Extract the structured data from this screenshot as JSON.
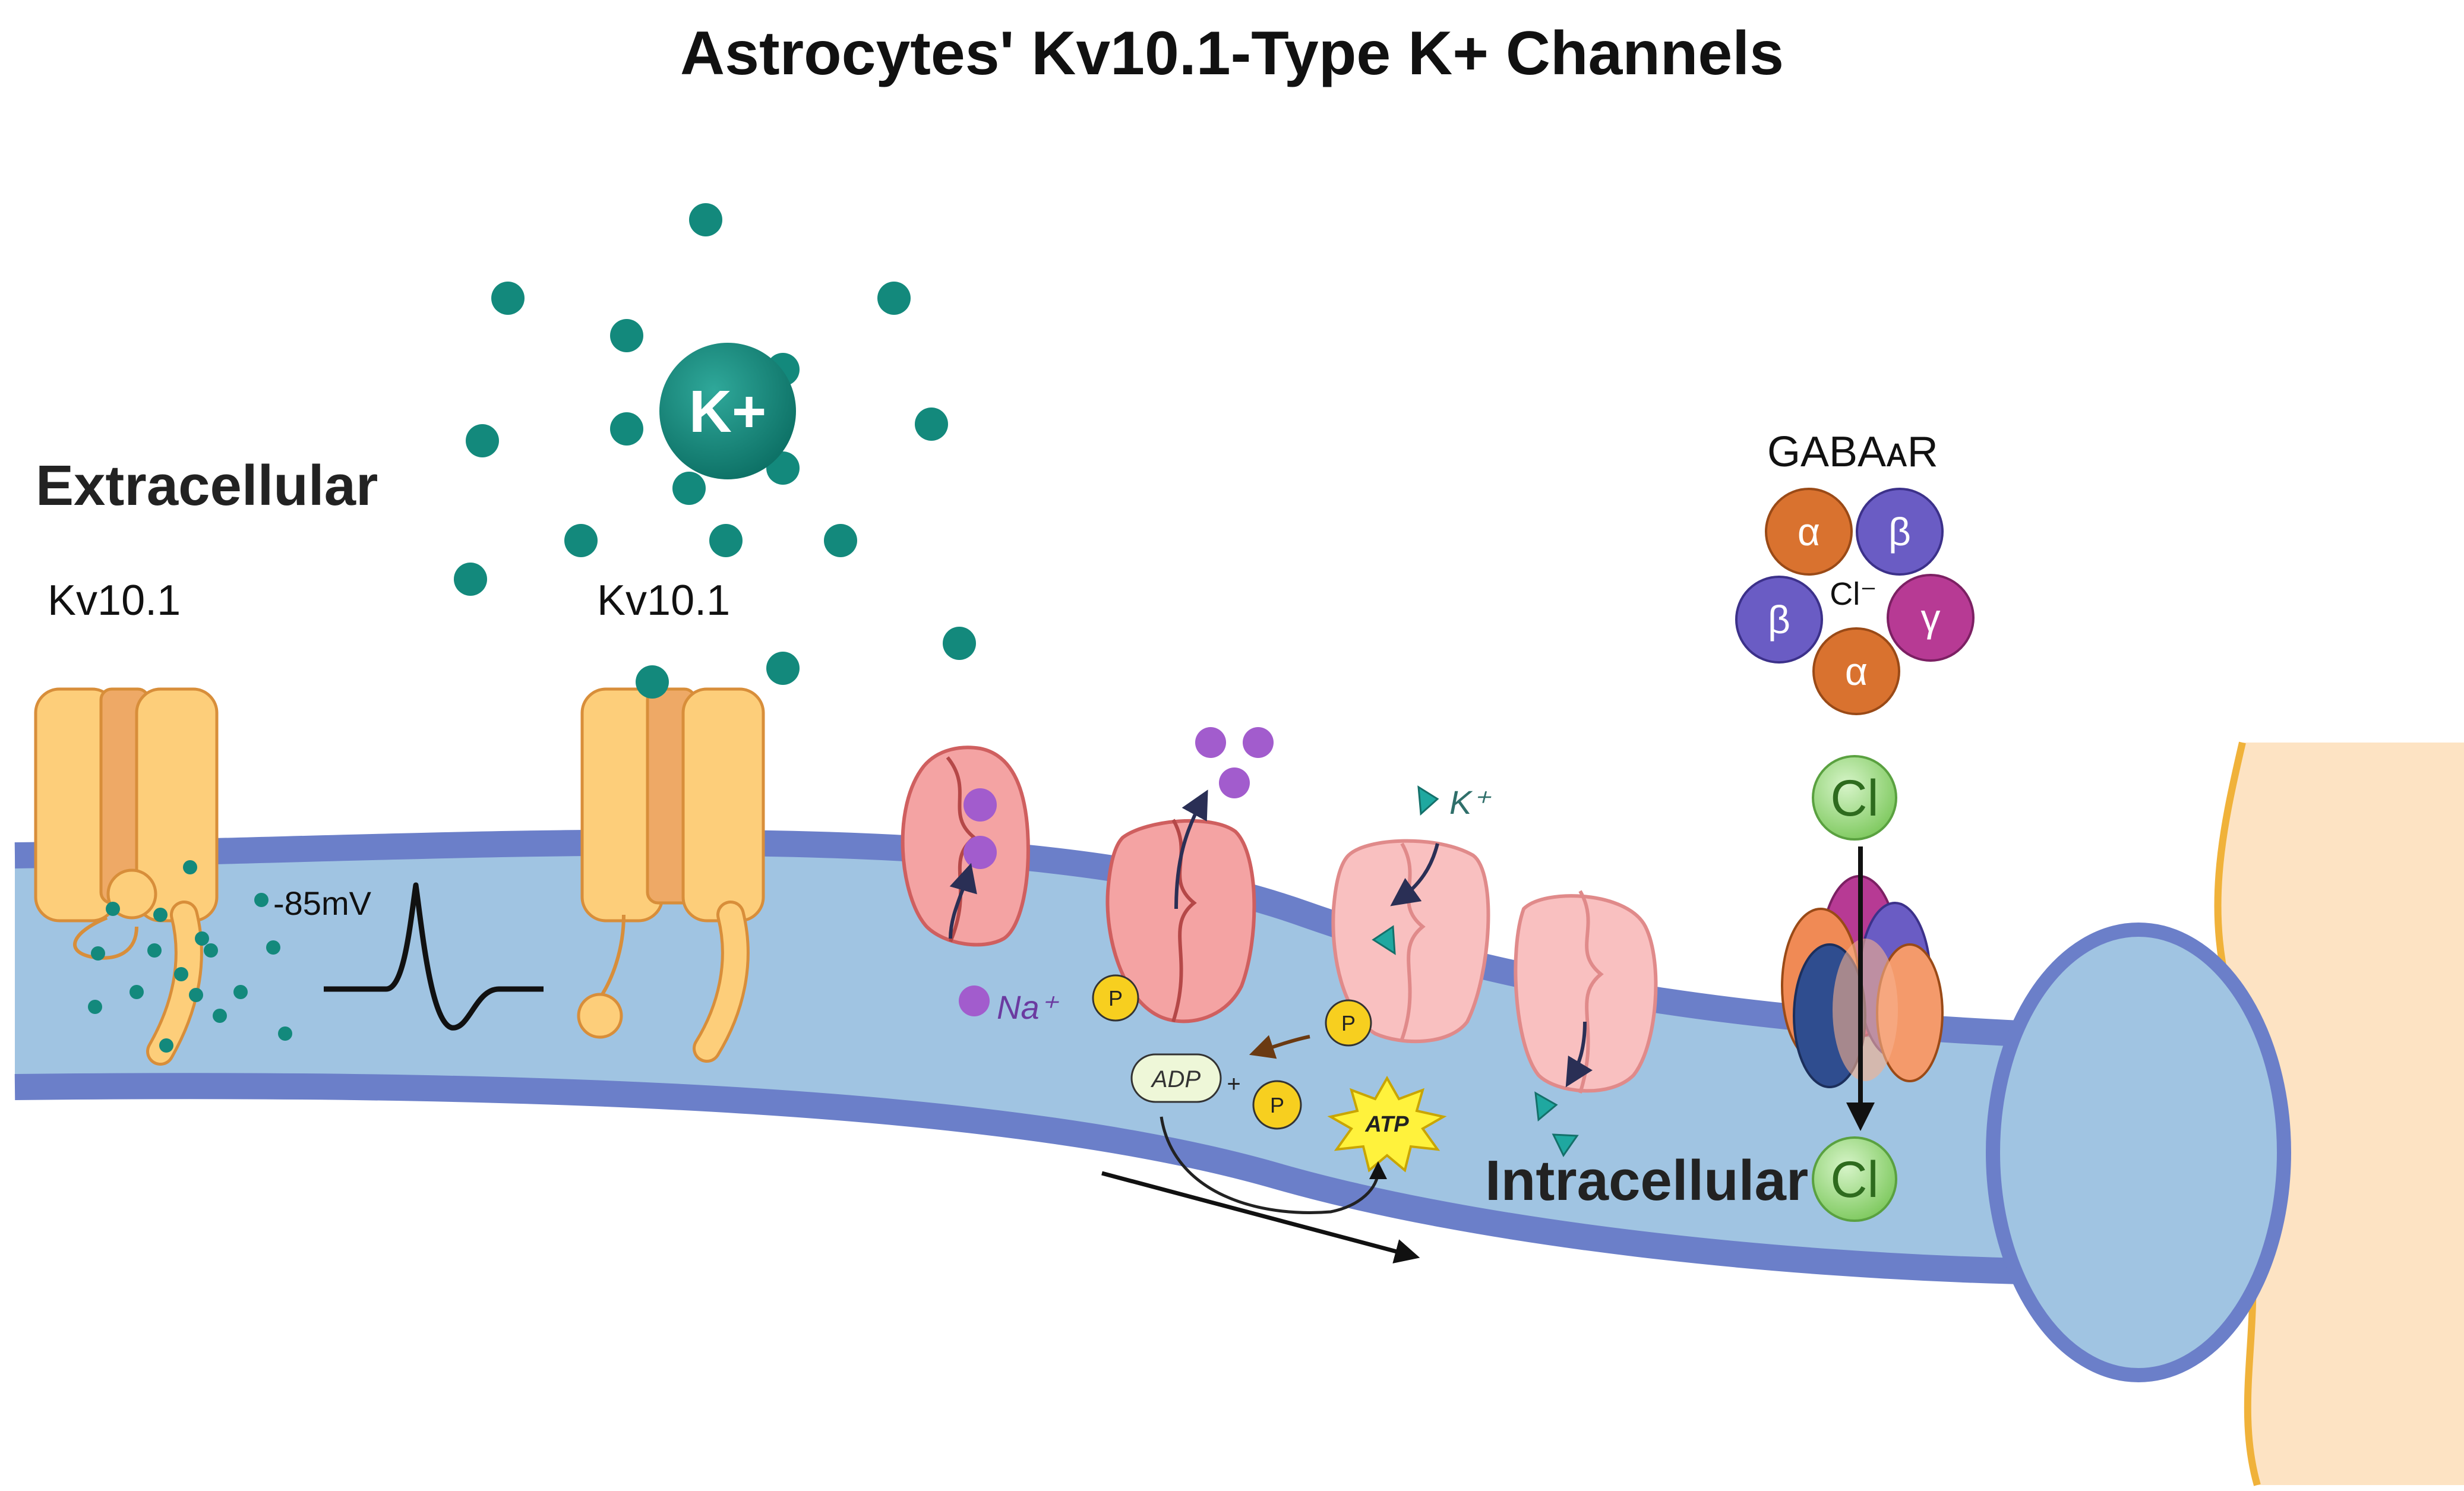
{
  "title": "Astrocytes' Kv10.1-Type K+ Channels",
  "labels": {
    "extracellular": "Extracellular",
    "intracellular": "Intracellular",
    "kv_left": "Kv10.1",
    "kv_right": "Kv10.1",
    "membrane_potential": "-85mV",
    "k_ion_big": "K+",
    "na_ion": "Na⁺",
    "k_ion_small": "K⁺",
    "phosphate": "P",
    "adp": "ADP",
    "plus": "+",
    "atp": "ATP",
    "gabaa_receptor": "GABAᴀR",
    "chloride_center": "Cl⁻",
    "chloride_ion": "Cl"
  },
  "gabaa_subunits": [
    "α",
    "β",
    "β",
    "γ",
    "α"
  ],
  "colors": {
    "membrane_fill": "#a0c4e2",
    "membrane_edge": "#6b7fc9",
    "kv_channel": "#fdce7a",
    "kv_channel_dark": "#eea966",
    "potassium": "#13897c",
    "pump": "#f4a3a3",
    "sodium": "#a25ccd",
    "phosphate": "#f7cf1f",
    "chloride": "#a4dd8f",
    "alpha": "#d9722f",
    "beta": "#6a5cc4",
    "gamma": "#b73a94",
    "neuron": "#fde3c3"
  }
}
